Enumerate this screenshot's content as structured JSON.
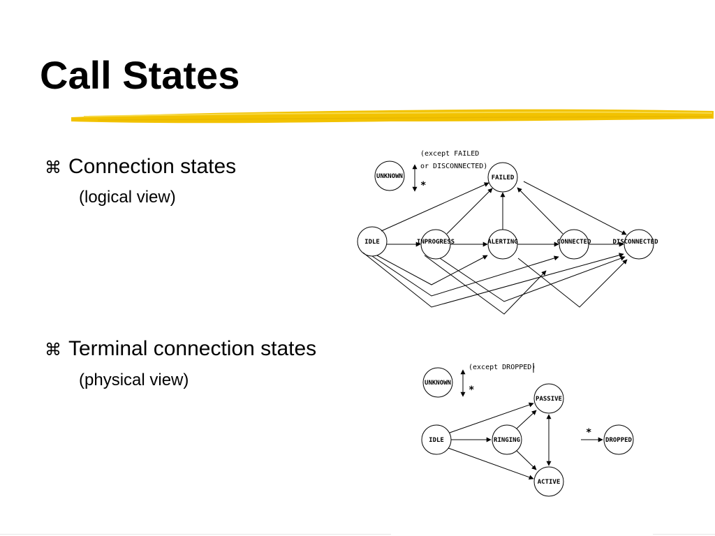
{
  "slide": {
    "title": "Call States"
  },
  "bullets": [
    {
      "icon": "command-key-bullet-icon",
      "glyph": "⌘",
      "text": "Connection states",
      "sub": "(logical view)"
    },
    {
      "icon": "command-key-bullet-icon",
      "glyph": "⌘",
      "text": "Terminal connection states",
      "sub": "(physical view)"
    }
  ],
  "connection_diagram": {
    "states": {
      "unknown": "UNKNOWN",
      "failed": "FAILED",
      "idle": "IDLE",
      "inprogress": "INPROGRESS",
      "alerting": "ALERTING",
      "connected": "CONNECTED",
      "disconnected": "DISCONNECTED"
    },
    "note_line1": "(except FAILED",
    "note_line2": "or DISCONNECTED)",
    "star": "*"
  },
  "terminal_diagram": {
    "states": {
      "unknown": "UNKNOWN",
      "passive": "PASSIVE",
      "idle": "IDLE",
      "ringing": "RINGING",
      "active": "ACTIVE",
      "dropped": "DROPPED"
    },
    "note": "(except DROPPED)",
    "star_left": "*",
    "star_right": "*"
  },
  "colors": {
    "accent_stroke": "#f2c200",
    "accent_light": "#f7da4a"
  }
}
